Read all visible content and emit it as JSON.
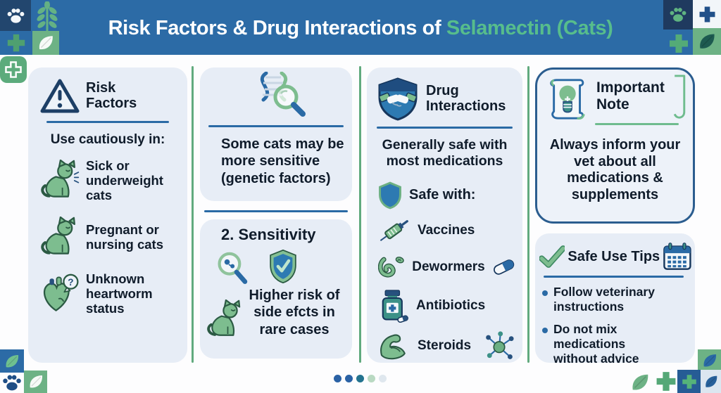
{
  "brand": {
    "header_blue": "#2c6ba6",
    "navy": "#22466e",
    "green": "#6db285",
    "accent_line_blue": "#2a6aa5",
    "divider_green": "#61aa7e",
    "card_bg": "#e7edf6",
    "highlight_green": "#57bd8c",
    "text_dark": "#101c2b"
  },
  "header": {
    "title_main": "Risk Factors & Drug Interactions of ",
    "title_highlight": "Selamectin (Cats)"
  },
  "risk_factors": {
    "title": "Risk\nFactors",
    "subtitle": "Use cautiously in:",
    "items": [
      {
        "icon": "sick-cat-icon",
        "label": "Sick or\nunderweight\ncats"
      },
      {
        "icon": "pregnant-cat-icon",
        "label": "Pregnant or\nnursing cats"
      },
      {
        "icon": "heart-question-icon",
        "label": "Unknown\nheartworm\nstatus"
      }
    ]
  },
  "sensitivity": {
    "genetic_text": "Some cats may be\nmore sensitive\n(genetic factors)",
    "card_title": "2. Sensitivity",
    "risk_text": "Higher risk of\nside efcts in\nrare cases"
  },
  "drug_interactions": {
    "title": "Drug\nInteractions",
    "subtitle": "Generally safe with\nmost medications",
    "safe_with_label": "Safe with:",
    "items": [
      {
        "icon": "syringe-icon",
        "label": "Vaccines"
      },
      {
        "icon": "worm-icon",
        "label": "Dewormers",
        "suffix_icon": "pill-icon"
      },
      {
        "icon": "medicine-bottle-icon",
        "label": "Antibiotics"
      },
      {
        "icon": "muscle-icon",
        "label": "Steroids",
        "suffix_icon": "molecule-icon"
      }
    ]
  },
  "important_note": {
    "title": "Important\nNote",
    "text": "Always inform your\nvet about all\nmedications &\nsupplements"
  },
  "safe_use_tips": {
    "title": "Safe Use Tips",
    "bullets": [
      "Follow veterinary\ninstructions",
      "Do not mix medications\nwithout advice"
    ]
  },
  "icons": {
    "heart_question_mark": "?"
  },
  "pagination": {
    "dot_colors": [
      "#2a62a5",
      "#2a62a5",
      "#23738f",
      "#b9d9c2",
      "#dfe7ee"
    ]
  }
}
